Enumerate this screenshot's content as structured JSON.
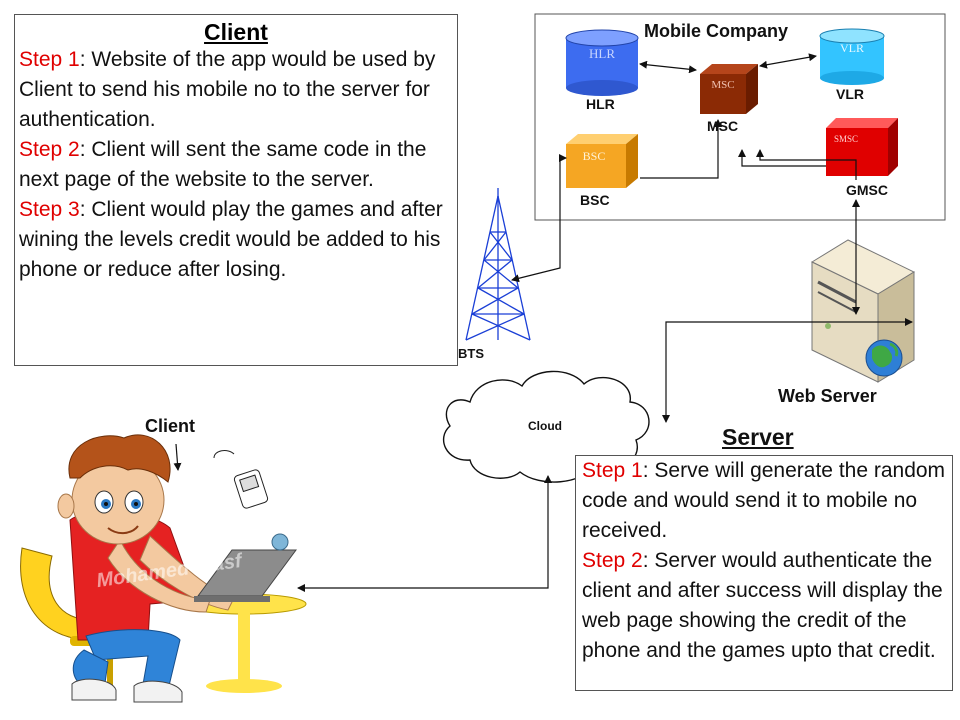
{
  "client_box": {
    "title": "Client",
    "steps": [
      {
        "label": "Step 1",
        "text": ": Website of the app would be used by Client to send his mobile no to the server for authentication."
      },
      {
        "label": "Step 2",
        "text": ": Client will sent the same code in the next page of the website to the server."
      },
      {
        "label": "Step 3",
        "text": ": Client would play the games and after wining the levels credit would be added to his phone or reduce after losing."
      }
    ]
  },
  "mobile_company": {
    "title": "Mobile Company",
    "nodes": {
      "hlr": {
        "label": "HLR",
        "icon_text": "HLR",
        "color": "#3366ff"
      },
      "vlr": {
        "label": "VLR",
        "icon_text": "VLR",
        "color": "#33ccff"
      },
      "msc": {
        "label": "MSC",
        "icon_text": "MSC",
        "color": "#8b2500"
      },
      "bsc": {
        "label": "BSC",
        "icon_text": "BSC",
        "color": "#f5a623"
      },
      "gmsc": {
        "label": "GMSC",
        "icon_text": "SMSC",
        "color": "#e00000"
      }
    }
  },
  "bts": {
    "label": "BTS"
  },
  "cloud": {
    "label": "Cloud"
  },
  "web_server": {
    "label": "Web Server"
  },
  "client_figure": {
    "label": "Client",
    "watermark": "Mohamed Wasf"
  },
  "server_box": {
    "title": "Server",
    "steps": [
      {
        "label": "Step 1",
        "text": ": Serve will generate the random code and would send it to mobile no received."
      },
      {
        "label": "Step 2",
        "text": ": Server would authenticate the client and after success will display the web page showing the credit of the phone and the games upto that credit."
      }
    ]
  },
  "colors": {
    "step_label": "#e00000",
    "wire": "#111111",
    "tower": "#1a3fd6"
  }
}
